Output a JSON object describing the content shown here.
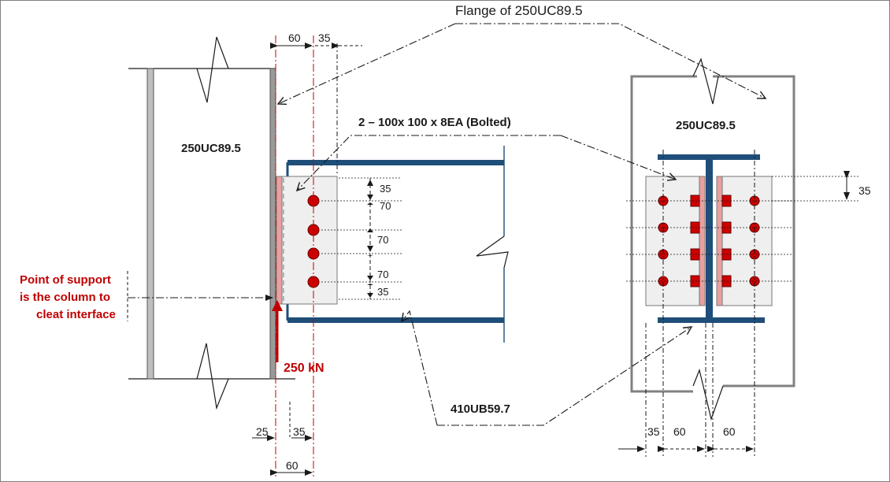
{
  "labels": {
    "flange_title": "Flange of 250UC89.5",
    "cleat_title": "2 – 100x 100 x 8EA (Bolted)",
    "column_left": "250UC89.5",
    "column_right": "250UC89.5",
    "beam": "410UB59.7",
    "support_line1": "Point of support",
    "support_line2": "is the column to",
    "support_line3": "cleat interface",
    "load": "250 kN"
  },
  "dims": {
    "top_60": "60",
    "top_35": "35",
    "bolt_35_top": "35",
    "bolt_70_a": "70",
    "bolt_70_b": "70",
    "bolt_70_c": "70",
    "bolt_35_bot": "35",
    "bot_25": "25",
    "bot_35": "35",
    "bot_60": "60",
    "right_35": "35",
    "rb_35": "35",
    "rb_60_a": "60",
    "rb_60_b": "60"
  },
  "colors": {
    "steel_blue": "#1f4e79",
    "bolt_red": "#cc0000",
    "cleat_pink": "#e8a0a0",
    "plate_fill": "#efefef",
    "column_grey": "#bfbfbf",
    "outline_grey": "#808080",
    "support_red": "#c00000"
  }
}
